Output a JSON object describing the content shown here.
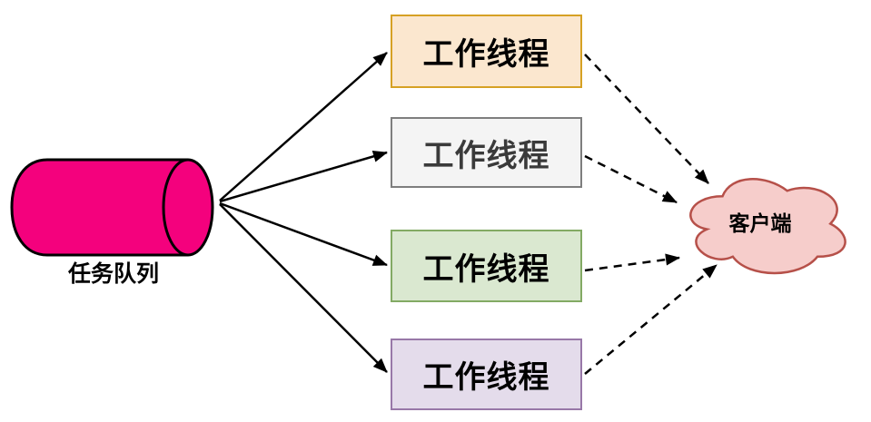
{
  "diagram": {
    "title": "task queue to worker threads to client diagram",
    "queue": {
      "label": "任务队列",
      "fill": "#F4017D",
      "stroke": "#000000"
    },
    "workers": [
      {
        "label": "工作线程",
        "fill": "#FBE7CF",
        "border": "#D6A124",
        "text_color": "#000000"
      },
      {
        "label": "工作线程",
        "fill": "#F4F4F4",
        "border": "#7E7E7E",
        "text_color": "#3A3A3A"
      },
      {
        "label": "工作线程",
        "fill": "#DAE8D0",
        "border": "#83AA64",
        "text_color": "#000000"
      },
      {
        "label": "工作线程",
        "fill": "#E4DCEB",
        "border": "#9878A8",
        "text_color": "#000000"
      }
    ],
    "client": {
      "label": "客户端",
      "fill": "#F6CDCB",
      "border": "#B65049"
    },
    "colors": {
      "arrow": "#000000",
      "background": "#FFFFFF"
    }
  }
}
